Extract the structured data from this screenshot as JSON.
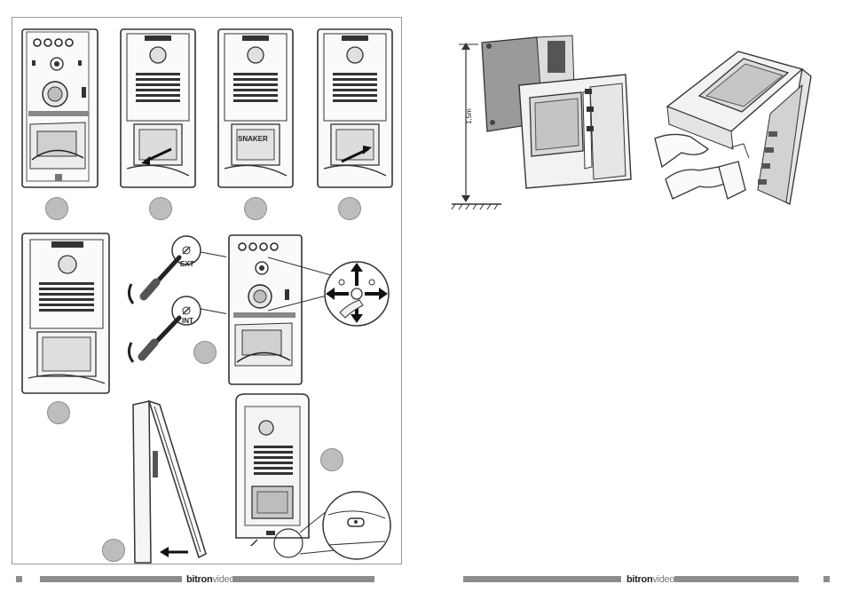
{
  "brand": {
    "name_bold": "bitron",
    "name_light": "video"
  },
  "labels": {
    "ext": "EXT",
    "int": "INT",
    "name_card": "SNAKER",
    "height": "1,5m"
  }
}
